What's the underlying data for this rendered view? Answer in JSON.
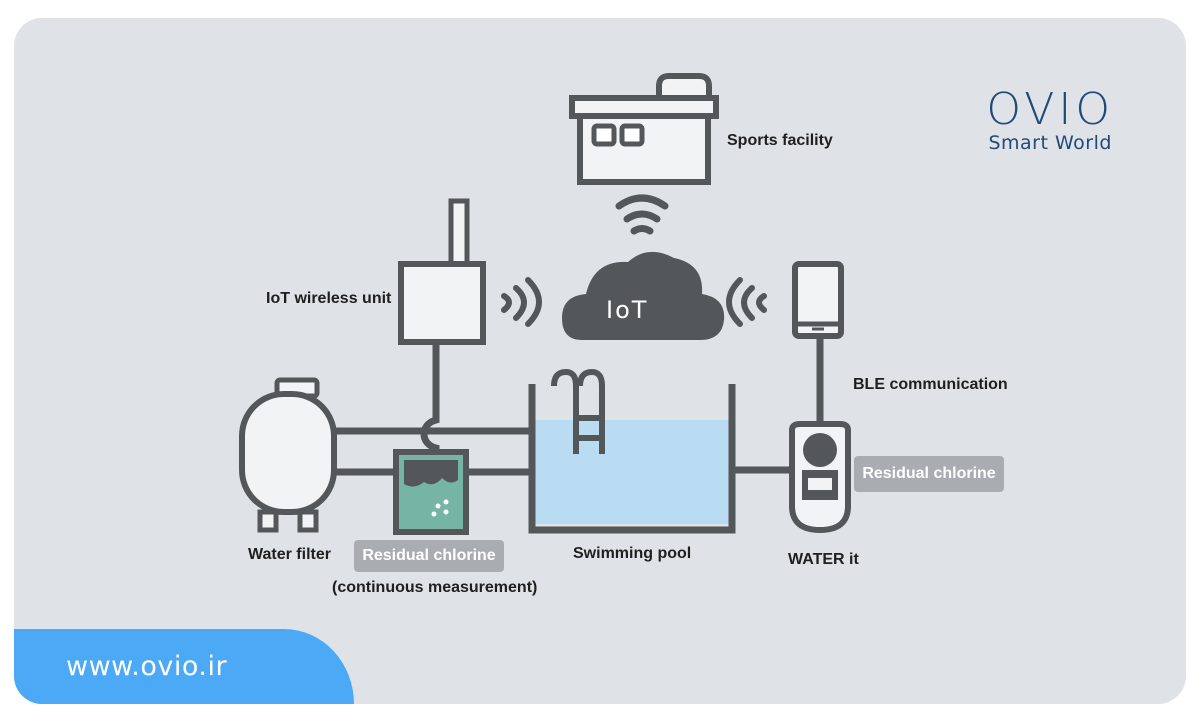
{
  "brand": {
    "logo_text": "OVIO",
    "tagline": "Smart World",
    "url": "www.ovio.ir",
    "accent_color": "#4ba9f5",
    "logo_color": "#1f4a78"
  },
  "nodes": {
    "sports_facility": "Sports facility",
    "iot_wireless_unit": "IoT wireless unit",
    "cloud": "IoT",
    "ble_communication": "BLE communication",
    "water_filter": "Water filter",
    "residual_chlorine_sensor": "Residual chlorine",
    "continuous_measurement": "(continuous measurement)",
    "swimming_pool": "Swimming pool",
    "water_it": "WATER it",
    "residual_chlorine_device": "Residual chlorine"
  },
  "colors": {
    "background": "#dfe2e6",
    "line": "#545759",
    "device_fill": "#f2f3f5",
    "water": "#b9dcf2",
    "sensor": "#76b5a3",
    "tag": "#a9acb0"
  }
}
